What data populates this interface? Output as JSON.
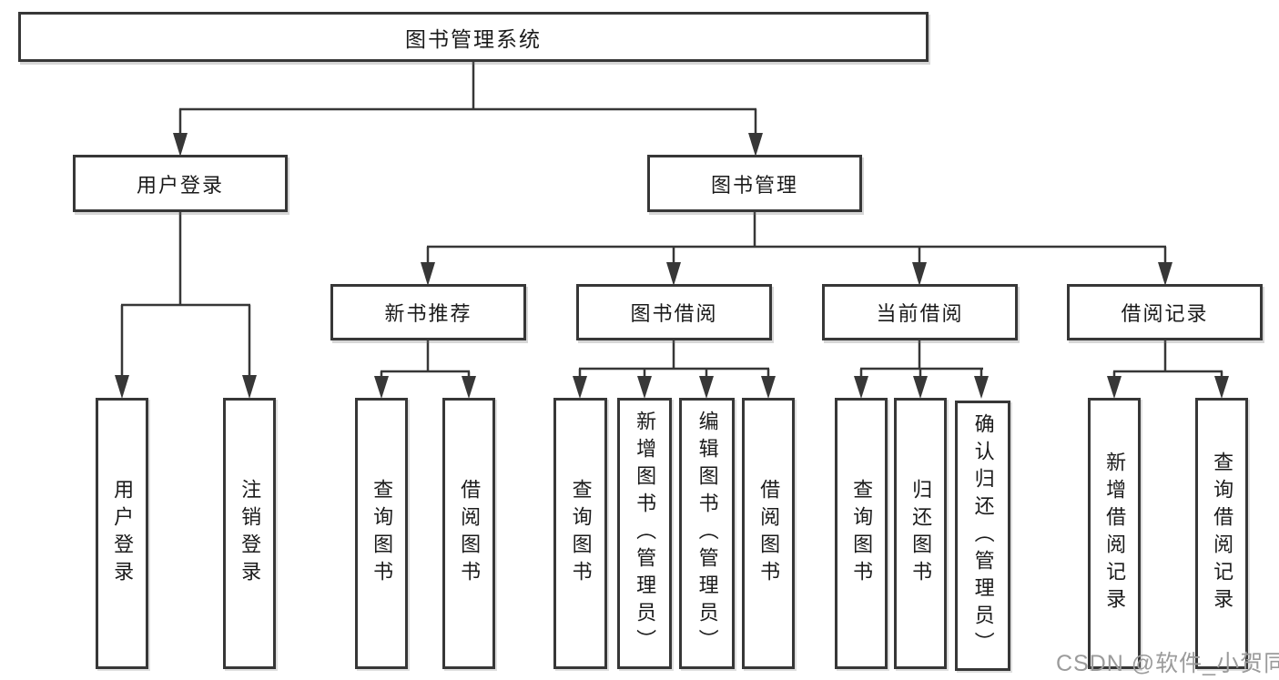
{
  "watermark": "CSDN @软件_小贺同学",
  "colors": {
    "line": "#373737",
    "text": "#1b1b1b",
    "watermark": "#9b9b9b",
    "background": "#ffffff"
  },
  "tree": {
    "root": {
      "label": "图书管理系统"
    },
    "branches": [
      {
        "label": "用户登录",
        "leaves": [
          {
            "label": "用户登录"
          },
          {
            "label": "注销登录"
          }
        ]
      },
      {
        "label": "图书管理",
        "groups": [
          {
            "label": "新书推荐",
            "leaves": [
              {
                "label": "查询图书"
              },
              {
                "label": "借阅图书"
              }
            ]
          },
          {
            "label": "图书借阅",
            "leaves": [
              {
                "label": "查询图书"
              },
              {
                "label": "新增图书（管理员）"
              },
              {
                "label": "编辑图书（管理员）"
              },
              {
                "label": "借阅图书"
              }
            ]
          },
          {
            "label": "当前借阅",
            "leaves": [
              {
                "label": "查询图书"
              },
              {
                "label": "归还图书"
              },
              {
                "label": "确认归还（管理员）"
              }
            ]
          },
          {
            "label": "借阅记录",
            "leaves": [
              {
                "label": "新增借阅记录"
              },
              {
                "label": "查询借阅记录"
              }
            ]
          }
        ]
      }
    ]
  }
}
